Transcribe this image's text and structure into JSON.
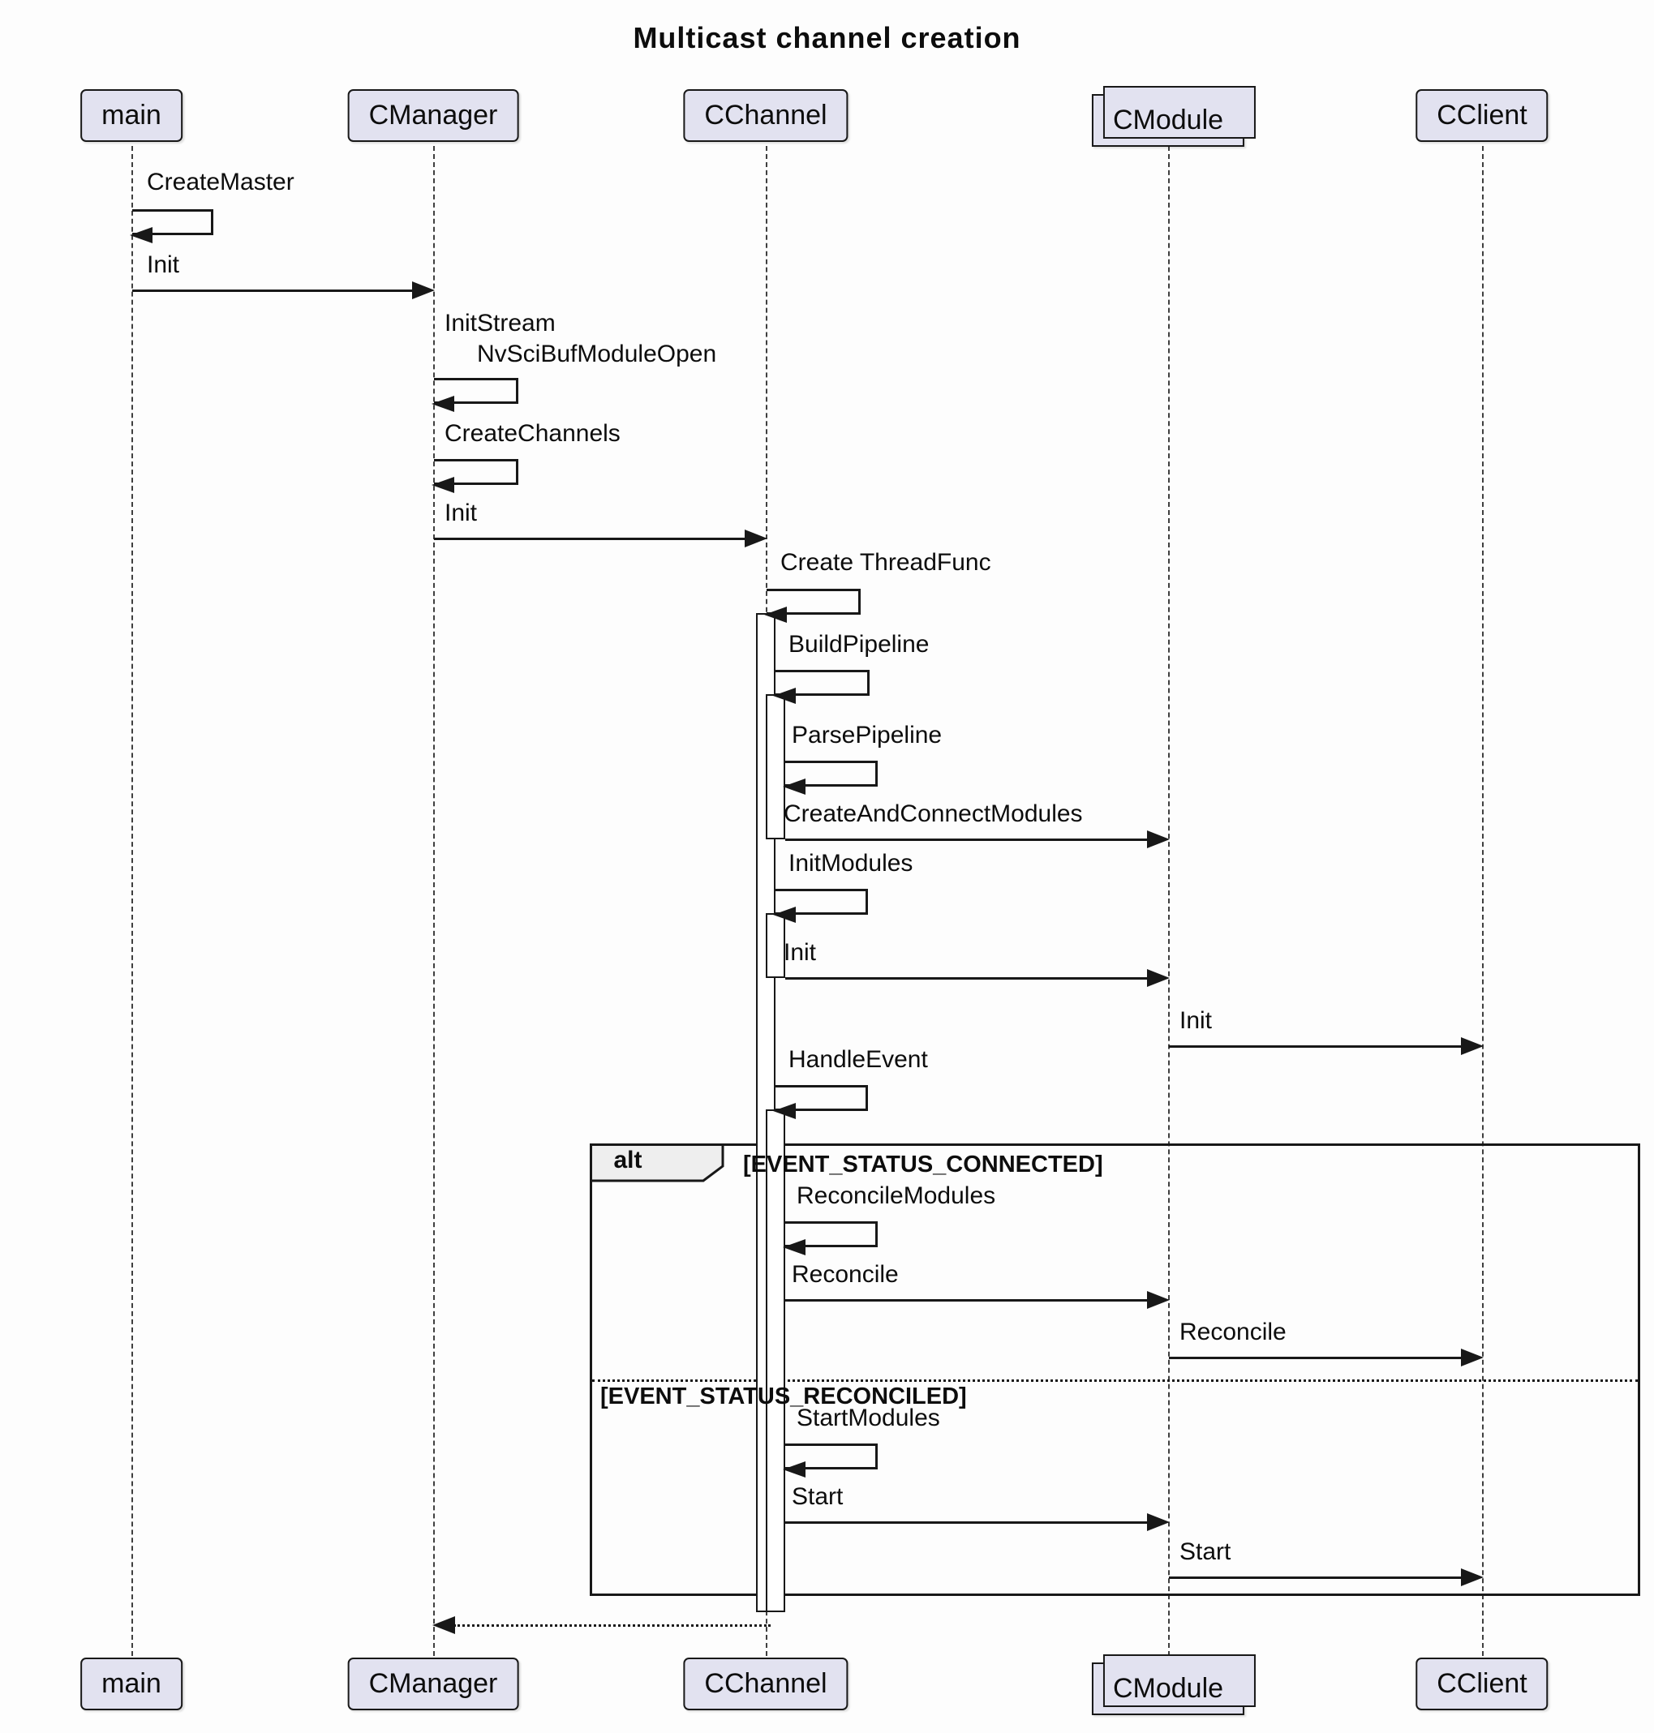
{
  "title": "Multicast channel creation",
  "participants": {
    "main": "main",
    "cmanager": "CManager",
    "cchannel": "CChannel",
    "cmodule": "CModule",
    "cclient": "CClient"
  },
  "messages": {
    "create_master": "CreateMaster",
    "init_main_to_cmanager": "Init",
    "init_stream": "InitStream",
    "nvscibuf_module_open": "NvSciBufModuleOpen",
    "create_channels": "CreateChannels",
    "init_cmanager_to_cchannel": "Init",
    "create_threadfunc": "Create ThreadFunc",
    "build_pipeline": "BuildPipeline",
    "parse_pipeline": "ParsePipeline",
    "create_and_connect_modules": "CreateAndConnectModules",
    "init_modules": "InitModules",
    "init_cchannel_to_cmodule": "Init",
    "init_cmodule_to_cclient": "Init",
    "handle_event": "HandleEvent",
    "reconcile_modules": "ReconcileModules",
    "reconcile_cchannel_to_cmodule": "Reconcile",
    "reconcile_cmodule_to_cclient": "Reconcile",
    "start_modules": "StartModules",
    "start_cchannel_to_cmodule": "Start",
    "start_cmodule_to_cclient": "Start"
  },
  "alt": {
    "keyword": "alt",
    "condition_connected": "[EVENT_STATUS_CONNECTED]",
    "condition_reconciled": "[EVENT_STATUS_RECONCILED]"
  },
  "colors": {
    "participant_fill": "#E2E2F0",
    "border": "#181818",
    "alt_label_fill": "#EEEEEE",
    "background": "#FDFDFD"
  }
}
